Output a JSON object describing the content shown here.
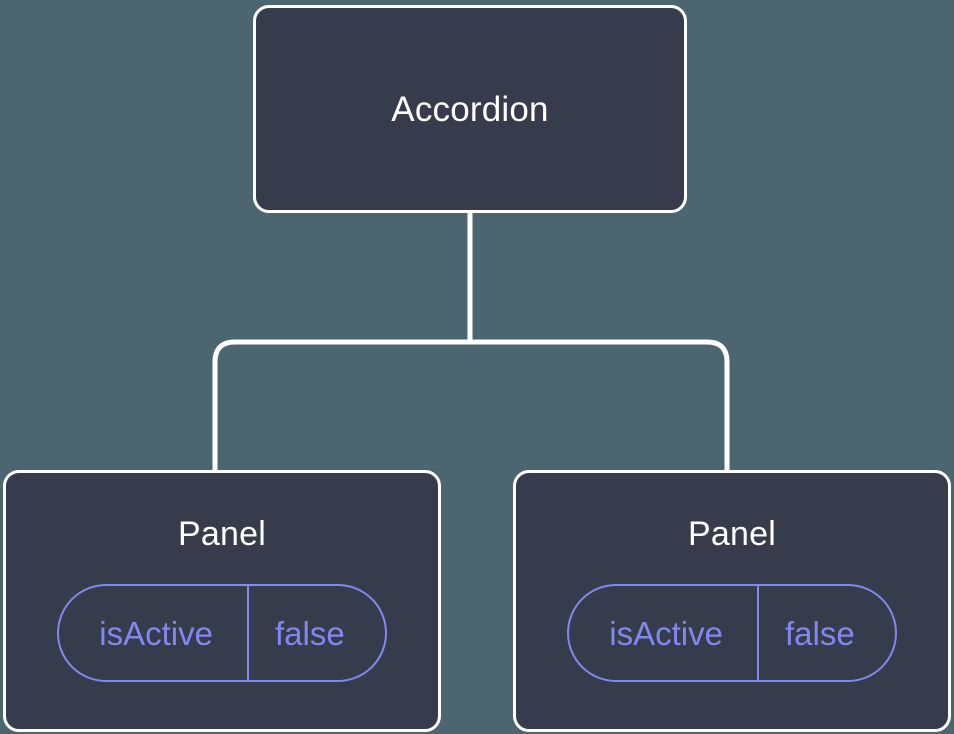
{
  "diagram": {
    "type": "component-tree",
    "background_color": "#4b6670",
    "node_fill_color": "#363c4b",
    "node_border_color": "#ffffff",
    "connector_color": "#ffffff",
    "accent_color": "#8288f0",
    "root": {
      "label": "Accordion"
    },
    "children": [
      {
        "label": "Panel",
        "props": [
          {
            "key": "isActive",
            "value": "false"
          }
        ]
      },
      {
        "label": "Panel",
        "props": [
          {
            "key": "isActive",
            "value": "false"
          }
        ]
      }
    ]
  }
}
